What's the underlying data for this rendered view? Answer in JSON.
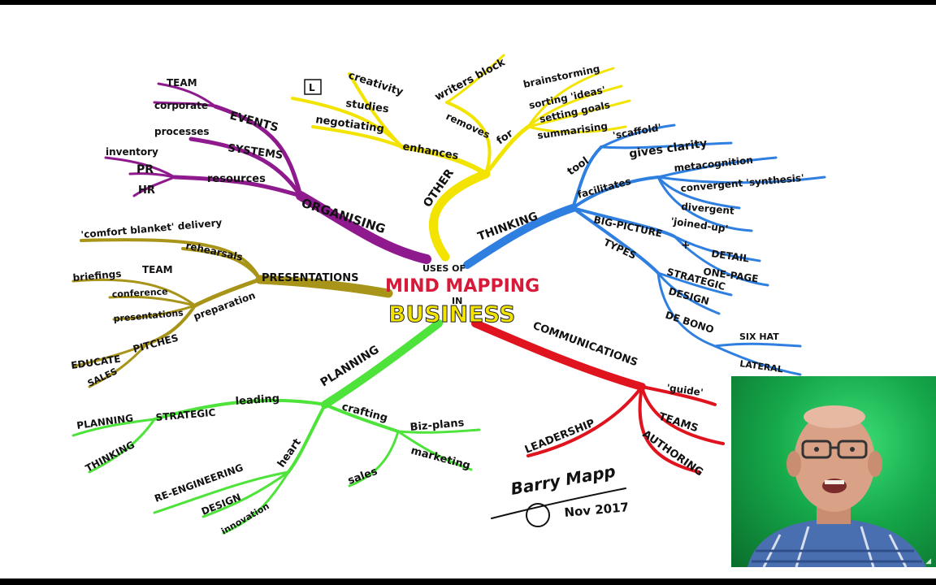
{
  "center": {
    "line1": "USES OF",
    "line2": "MIND MAPPING",
    "line3": "IN",
    "line4": "BUSINESS"
  },
  "colors": {
    "organising": "#8e1a8e",
    "other": "#f2e400",
    "thinking": "#2f7fe0",
    "presentations": "#a89418",
    "planning": "#4ee33a",
    "communications": "#e0141e"
  },
  "branches": {
    "organising": {
      "label": "ORGANISING",
      "events": "EVENTS",
      "team": "TEAM",
      "corporate": "corporate",
      "systems": "SYSTEMS",
      "processes": "processes",
      "resources": "resources",
      "inventory": "inventory",
      "pr": "PR",
      "hr": "HR"
    },
    "other": {
      "label": "OTHER",
      "enhances": "enhances",
      "creativity": "creativity",
      "studies": "studies",
      "negotiating": "negotiating",
      "l_box": "L",
      "removes": "removes",
      "writers_block": "writers block",
      "for": "for",
      "brainstorming": "brainstorming",
      "sorting_ideas": "sorting 'ideas'",
      "setting_goals": "setting goals",
      "summarising": "summarising"
    },
    "thinking": {
      "label": "THINKING",
      "tool": "tool",
      "scaffold": "'scaffold'",
      "gives_clarity": "gives clarity",
      "facilitates": "facilitates",
      "metacognition": "metacognition",
      "convergent": "convergent 'synthesis'",
      "divergent": "divergent",
      "joined_up": "'joined-up'",
      "big_picture": "BIG-PICTURE",
      "plus": "+",
      "detail": "DETAIL",
      "one_page": "ONE-PAGE",
      "types": "TYPES",
      "strategic": "STRATEGIC",
      "design": "DESIGN",
      "de_bono": "DE BONO",
      "six_hat": "SIX HAT",
      "lateral": "LATERAL"
    },
    "presentations": {
      "label": "PRESENTATIONS",
      "comfort_blanket": "'comfort blanket' delivery",
      "rehearsals": "rehearsals",
      "preparation": "preparation",
      "briefings": "briefings",
      "team": "TEAM",
      "conference": "conference",
      "presentations_small": "presentations",
      "pitches": "PITCHES",
      "educate": "EDUCATE",
      "sales": "SALES"
    },
    "planning": {
      "label": "PLANNING",
      "planning_small": "PLANNING",
      "strategic": "STRATEGIC",
      "leading": "leading",
      "thinking": "THINKING",
      "crafting": "crafting",
      "biz_plans": "Biz-plans",
      "sales": "sales",
      "marketing": "marketing",
      "heart": "heart",
      "re_engineering": "RE-ENGINEERING",
      "design": "DESIGN",
      "innovation": "innovation"
    },
    "communications": {
      "label": "COMMUNICATIONS",
      "guide": "'guide'",
      "teams": "TEAMS",
      "leadership": "LEADERSHIP",
      "authoring": "AUTHORING"
    }
  },
  "signature": {
    "name": "Barry Mapp",
    "date": "Nov 2017"
  }
}
